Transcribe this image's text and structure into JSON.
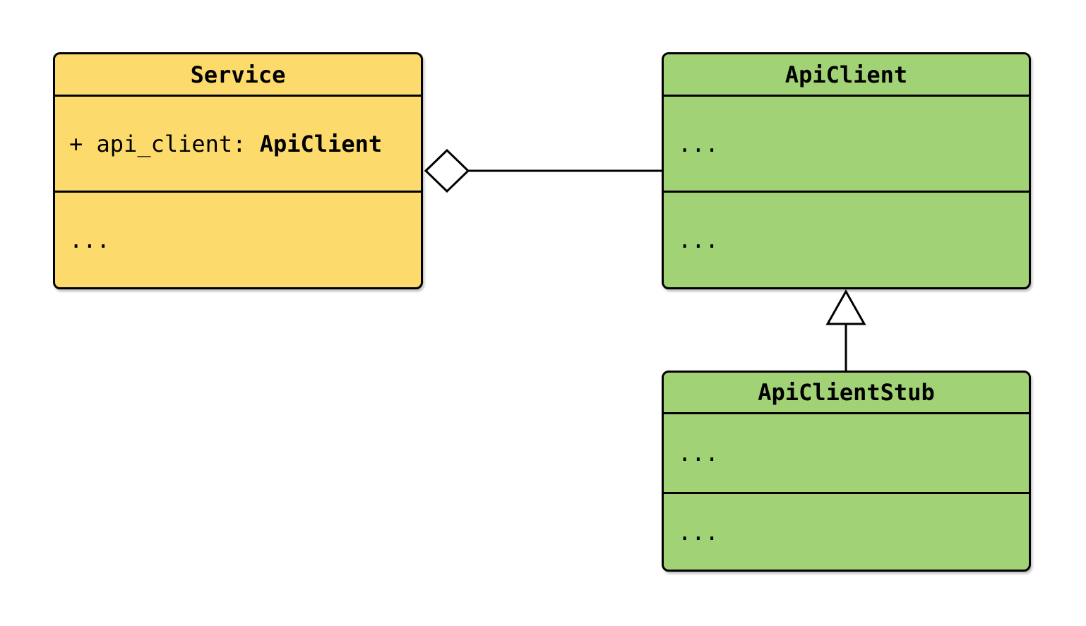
{
  "diagram": {
    "kind": "uml-class-diagram",
    "background": "#ffffff",
    "colors": {
      "service_fill": "#fcdb6c",
      "client_fill": "#a2d276",
      "stroke": "#000000",
      "marker_fill": "#ffffff"
    },
    "classes": {
      "service": {
        "title": "Service",
        "attribute": {
          "prefix": "+ api_client: ",
          "type": "ApiClient"
        },
        "methods_placeholder": "..."
      },
      "api_client": {
        "title": "ApiClient",
        "attributes_placeholder": "...",
        "methods_placeholder": "..."
      },
      "api_client_stub": {
        "title": "ApiClientStub",
        "attributes_placeholder": "...",
        "methods_placeholder": "..."
      }
    },
    "relationships": [
      {
        "type": "aggregation",
        "owner": "Service",
        "part": "ApiClient",
        "marker": "hollow-diamond"
      },
      {
        "type": "inheritance",
        "child": "ApiClientStub",
        "parent": "ApiClient",
        "marker": "hollow-triangle"
      }
    ]
  }
}
